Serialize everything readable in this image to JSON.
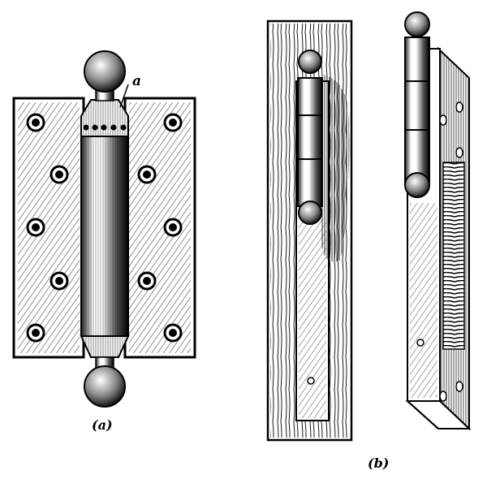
{
  "figure": {
    "label_a": "(a)",
    "label_b": "(b)",
    "callout": "a"
  },
  "colors": {
    "ink": "#000000",
    "paper": "#ffffff"
  },
  "icons": [
    "hinge-ball-finial-illustration",
    "mortised-hinge-illustration",
    "spring-hinge-illustration"
  ]
}
